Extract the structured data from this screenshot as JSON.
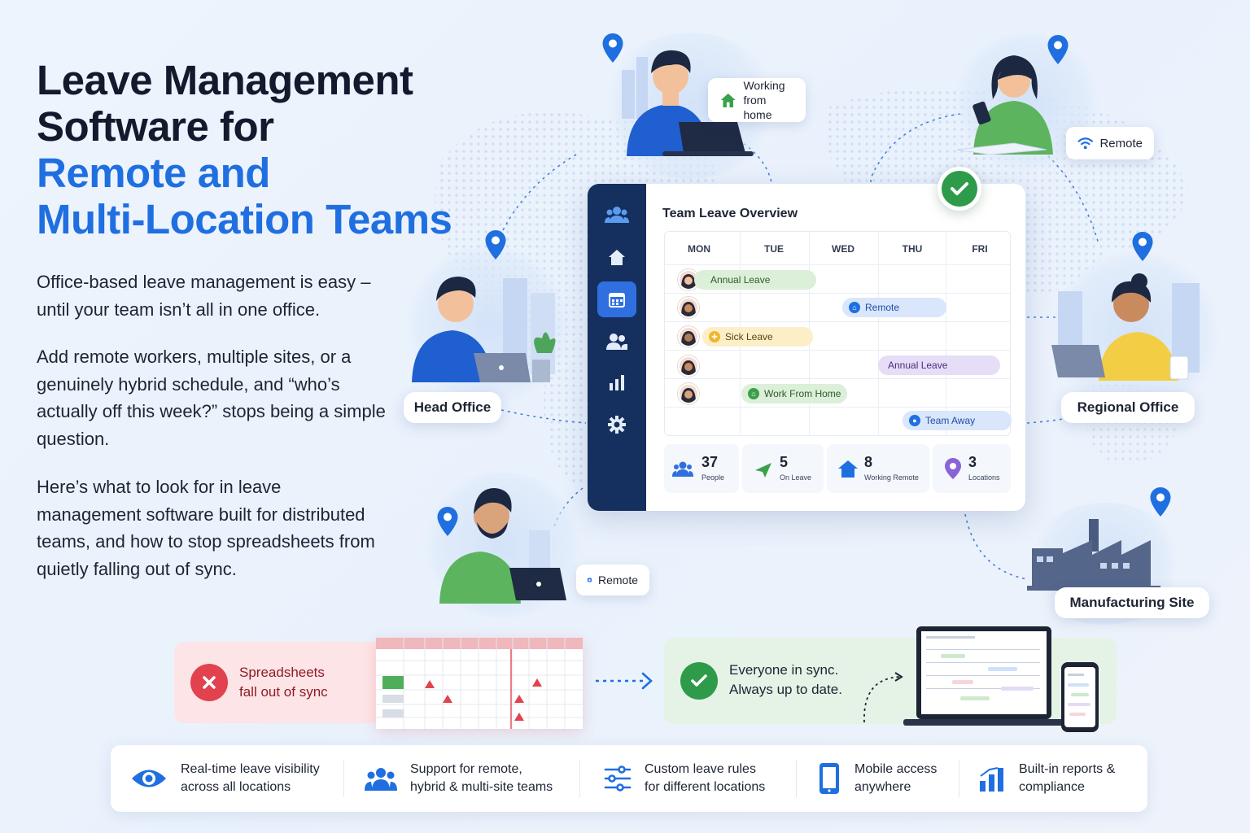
{
  "headline": {
    "line1": "Leave Management",
    "line2": "Software for",
    "line3": "Remote and",
    "line4": "Multi-Location Teams"
  },
  "intro": {
    "p1": "Office-based leave management is easy – until your team isn’t all in one office.",
    "p2": "Add remote workers, multiple sites, or a genuinely hybrid schedule, and “who’s actually off this week?” stops being a simple question.",
    "p3": "Here’s what to look for in leave management software built for distributed teams, and how to stop spreadsheets from quietly falling out of sync."
  },
  "locations": {
    "working_from_home": "Working from home",
    "remote_top": "Remote",
    "head_office": "Head Office",
    "regional_office": "Regional Office",
    "remote_bottom": "Remote",
    "manufacturing_site": "Manufacturing Site"
  },
  "dashboard": {
    "title": "Team Leave Overview",
    "days": [
      "MON",
      "TUE",
      "WED",
      "THU",
      "FRI"
    ],
    "entries": [
      {
        "label": "Annual Leave",
        "color": "#dcefd9",
        "text": "#2f5a2a",
        "icon": "none"
      },
      {
        "label": "Remote",
        "color": "#d9e6fb",
        "text": "#1f4fa8",
        "icon": "home-badge-icon"
      },
      {
        "label": "Sick Leave",
        "color": "#fcefc8",
        "text": "#5a4410",
        "icon": "sick-badge-icon"
      },
      {
        "label": "Annual Leave",
        "color": "#e6ddf7",
        "text": "#47307d",
        "icon": "none"
      },
      {
        "label": "Work From Home",
        "color": "#dcefd9",
        "text": "#2f5a2a",
        "icon": "home-badge-icon"
      },
      {
        "label": "Team Away",
        "color": "#d9e6fb",
        "text": "#1f4fa8",
        "icon": "team-badge-icon"
      }
    ],
    "stats": [
      {
        "num": "37",
        "label": "People",
        "icon": "people-icon"
      },
      {
        "num": "5",
        "label": "On Leave",
        "icon": "plane-icon"
      },
      {
        "num": "8",
        "label": "Working Remote",
        "icon": "house-icon"
      },
      {
        "num": "3",
        "label": "Locations",
        "icon": "location-pin-icon"
      }
    ],
    "sidebar_icons": [
      "team-icon",
      "home-icon",
      "calendar-icon",
      "users-icon",
      "bar-chart-icon",
      "settings-icon"
    ]
  },
  "comparison": {
    "bad": "Spreadsheets fall out of sync",
    "bad_line1": "Spreadsheets",
    "bad_line2": "fall out of sync",
    "good_line1": "Everyone in sync.",
    "good_line2": "Always up to date."
  },
  "features": [
    {
      "line1": "Real-time leave visibility",
      "line2": "across all locations",
      "icon": "eye-icon"
    },
    {
      "line1": "Support for remote,",
      "line2": "hybrid & multi-site teams",
      "icon": "team-icon"
    },
    {
      "line1": "Custom leave rules",
      "line2": "for different locations",
      "icon": "sliders-icon"
    },
    {
      "line1": "Mobile access",
      "line2": "anywhere",
      "icon": "mobile-icon"
    },
    {
      "line1": "Built-in reports &",
      "line2": "compliance",
      "icon": "bar-chart-icon"
    }
  ],
  "colors": {
    "accent": "#1f6fe0",
    "navy": "#15305e",
    "danger": "#e2424d",
    "success": "#2e9b4a"
  }
}
